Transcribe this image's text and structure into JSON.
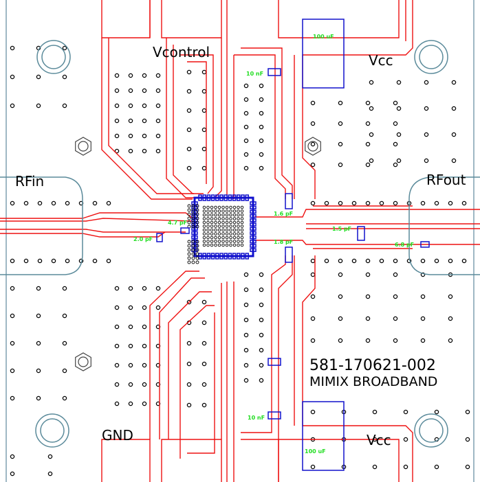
{
  "labels": {
    "vcontrol": "Vcontrol",
    "vcc_top": "Vcc",
    "vcc_bottom": "Vcc",
    "rfin": "RFin",
    "rfout": "RFout",
    "gnd": "GND",
    "part_number": "581-170621-002",
    "company": "MIMIX BROADBAND"
  },
  "components": {
    "cap_top_bulk": "100 uF",
    "cap_bottom_bulk": "100 uF",
    "cap_top_10n": "10 nF",
    "cap_bottom_10n": "10 nF",
    "cap_4_7p": "4.7 pF",
    "cap_2_0p": "2.0 pF",
    "cap_1_6p": "1.6 pF",
    "cap_1_8p": "1.8 pF",
    "cap_1_5p": "1.5 pF",
    "cap_6_8p": "6.8 pF"
  },
  "colors": {
    "trace": "#ee1111",
    "component": "#1111cc",
    "cap_label": "#22dd22",
    "pad": "#5a8a9a",
    "board_edge": "#7f9fb0"
  }
}
